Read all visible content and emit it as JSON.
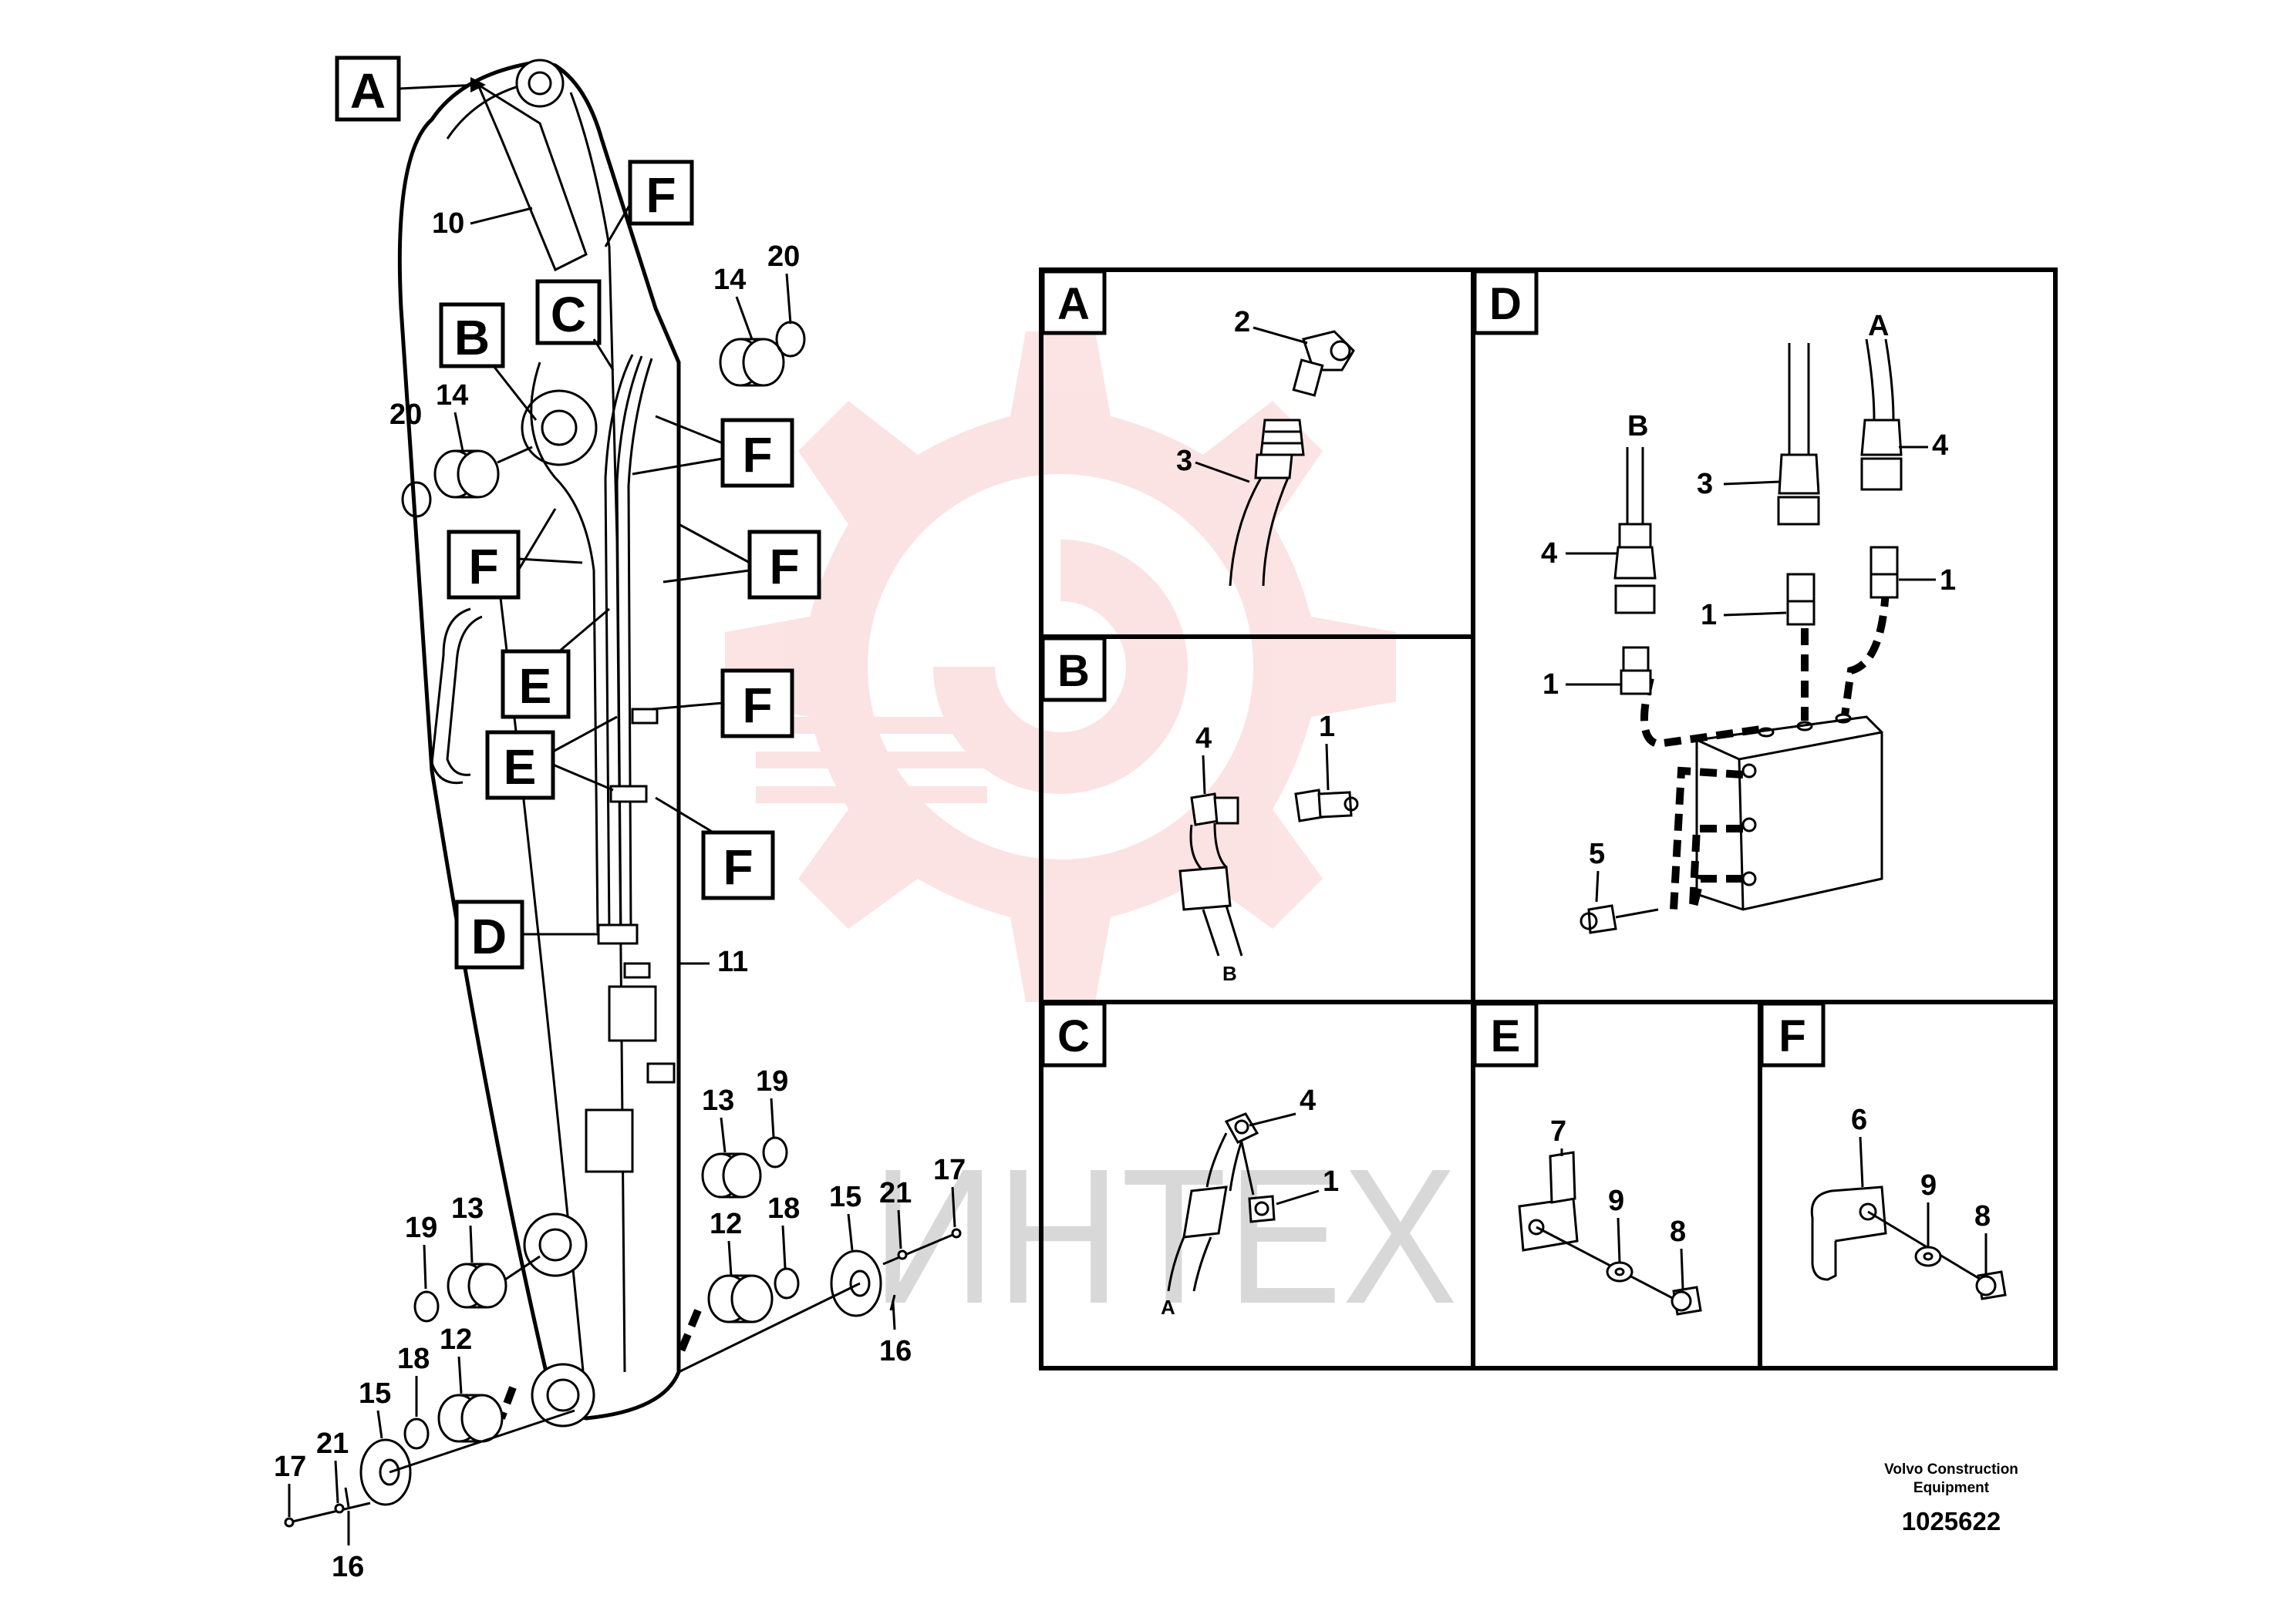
{
  "watermark": {
    "text": "ИНТЕХ",
    "color": "#e8484a"
  },
  "main_view": {
    "callouts": [
      "A",
      "B",
      "C",
      "D",
      "E",
      "F"
    ],
    "part_numbers": [
      "10",
      "14",
      "20",
      "11",
      "13",
      "19",
      "12",
      "18",
      "15",
      "21",
      "17",
      "16"
    ]
  },
  "detail_panels": [
    {
      "id": "A",
      "labels": [
        "2",
        "3"
      ]
    },
    {
      "id": "B",
      "labels": [
        "4",
        "1"
      ],
      "hose_label": "B"
    },
    {
      "id": "C",
      "labels": [
        "4",
        "1"
      ],
      "hose_label": "A"
    },
    {
      "id": "D",
      "labels": [
        "A",
        "B",
        "4",
        "3",
        "4",
        "1",
        "1",
        "1",
        "5"
      ]
    },
    {
      "id": "E",
      "labels": [
        "7",
        "9",
        "8"
      ]
    },
    {
      "id": "F",
      "labels": [
        "6",
        "9",
        "8"
      ]
    }
  ],
  "footer": {
    "maker_line1": "Volvo Construction",
    "maker_line2": "Equipment",
    "drawing_no": "1025622"
  }
}
